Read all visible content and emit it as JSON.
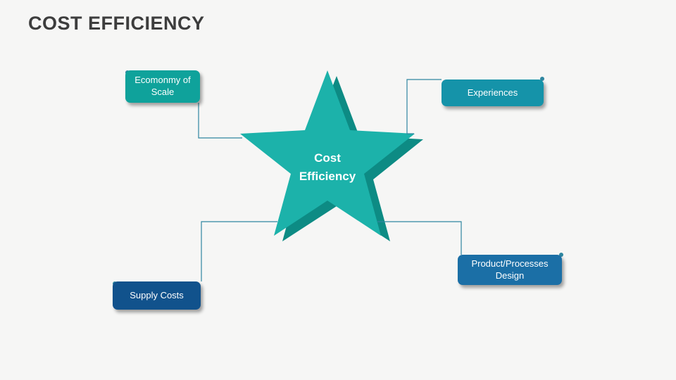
{
  "slide": {
    "title": "COST EFFICIENCY",
    "background": "#f6f6f5"
  },
  "star": {
    "label_line1": "Cost",
    "label_line2": "Efficiency",
    "fill": "#1cb2aa",
    "shadow_fill": "#0d8b84"
  },
  "nodes": [
    {
      "label": "Ecomonmy of Scale",
      "color": "#0fa29b"
    },
    {
      "label": "Experiences",
      "color": "#1593a9"
    },
    {
      "label": "Supply Costs",
      "color": "#11528c"
    },
    {
      "label": "Product/Processes Design",
      "color": "#1b6fa6"
    }
  ],
  "connectors": {
    "color": "#2f86a0"
  }
}
